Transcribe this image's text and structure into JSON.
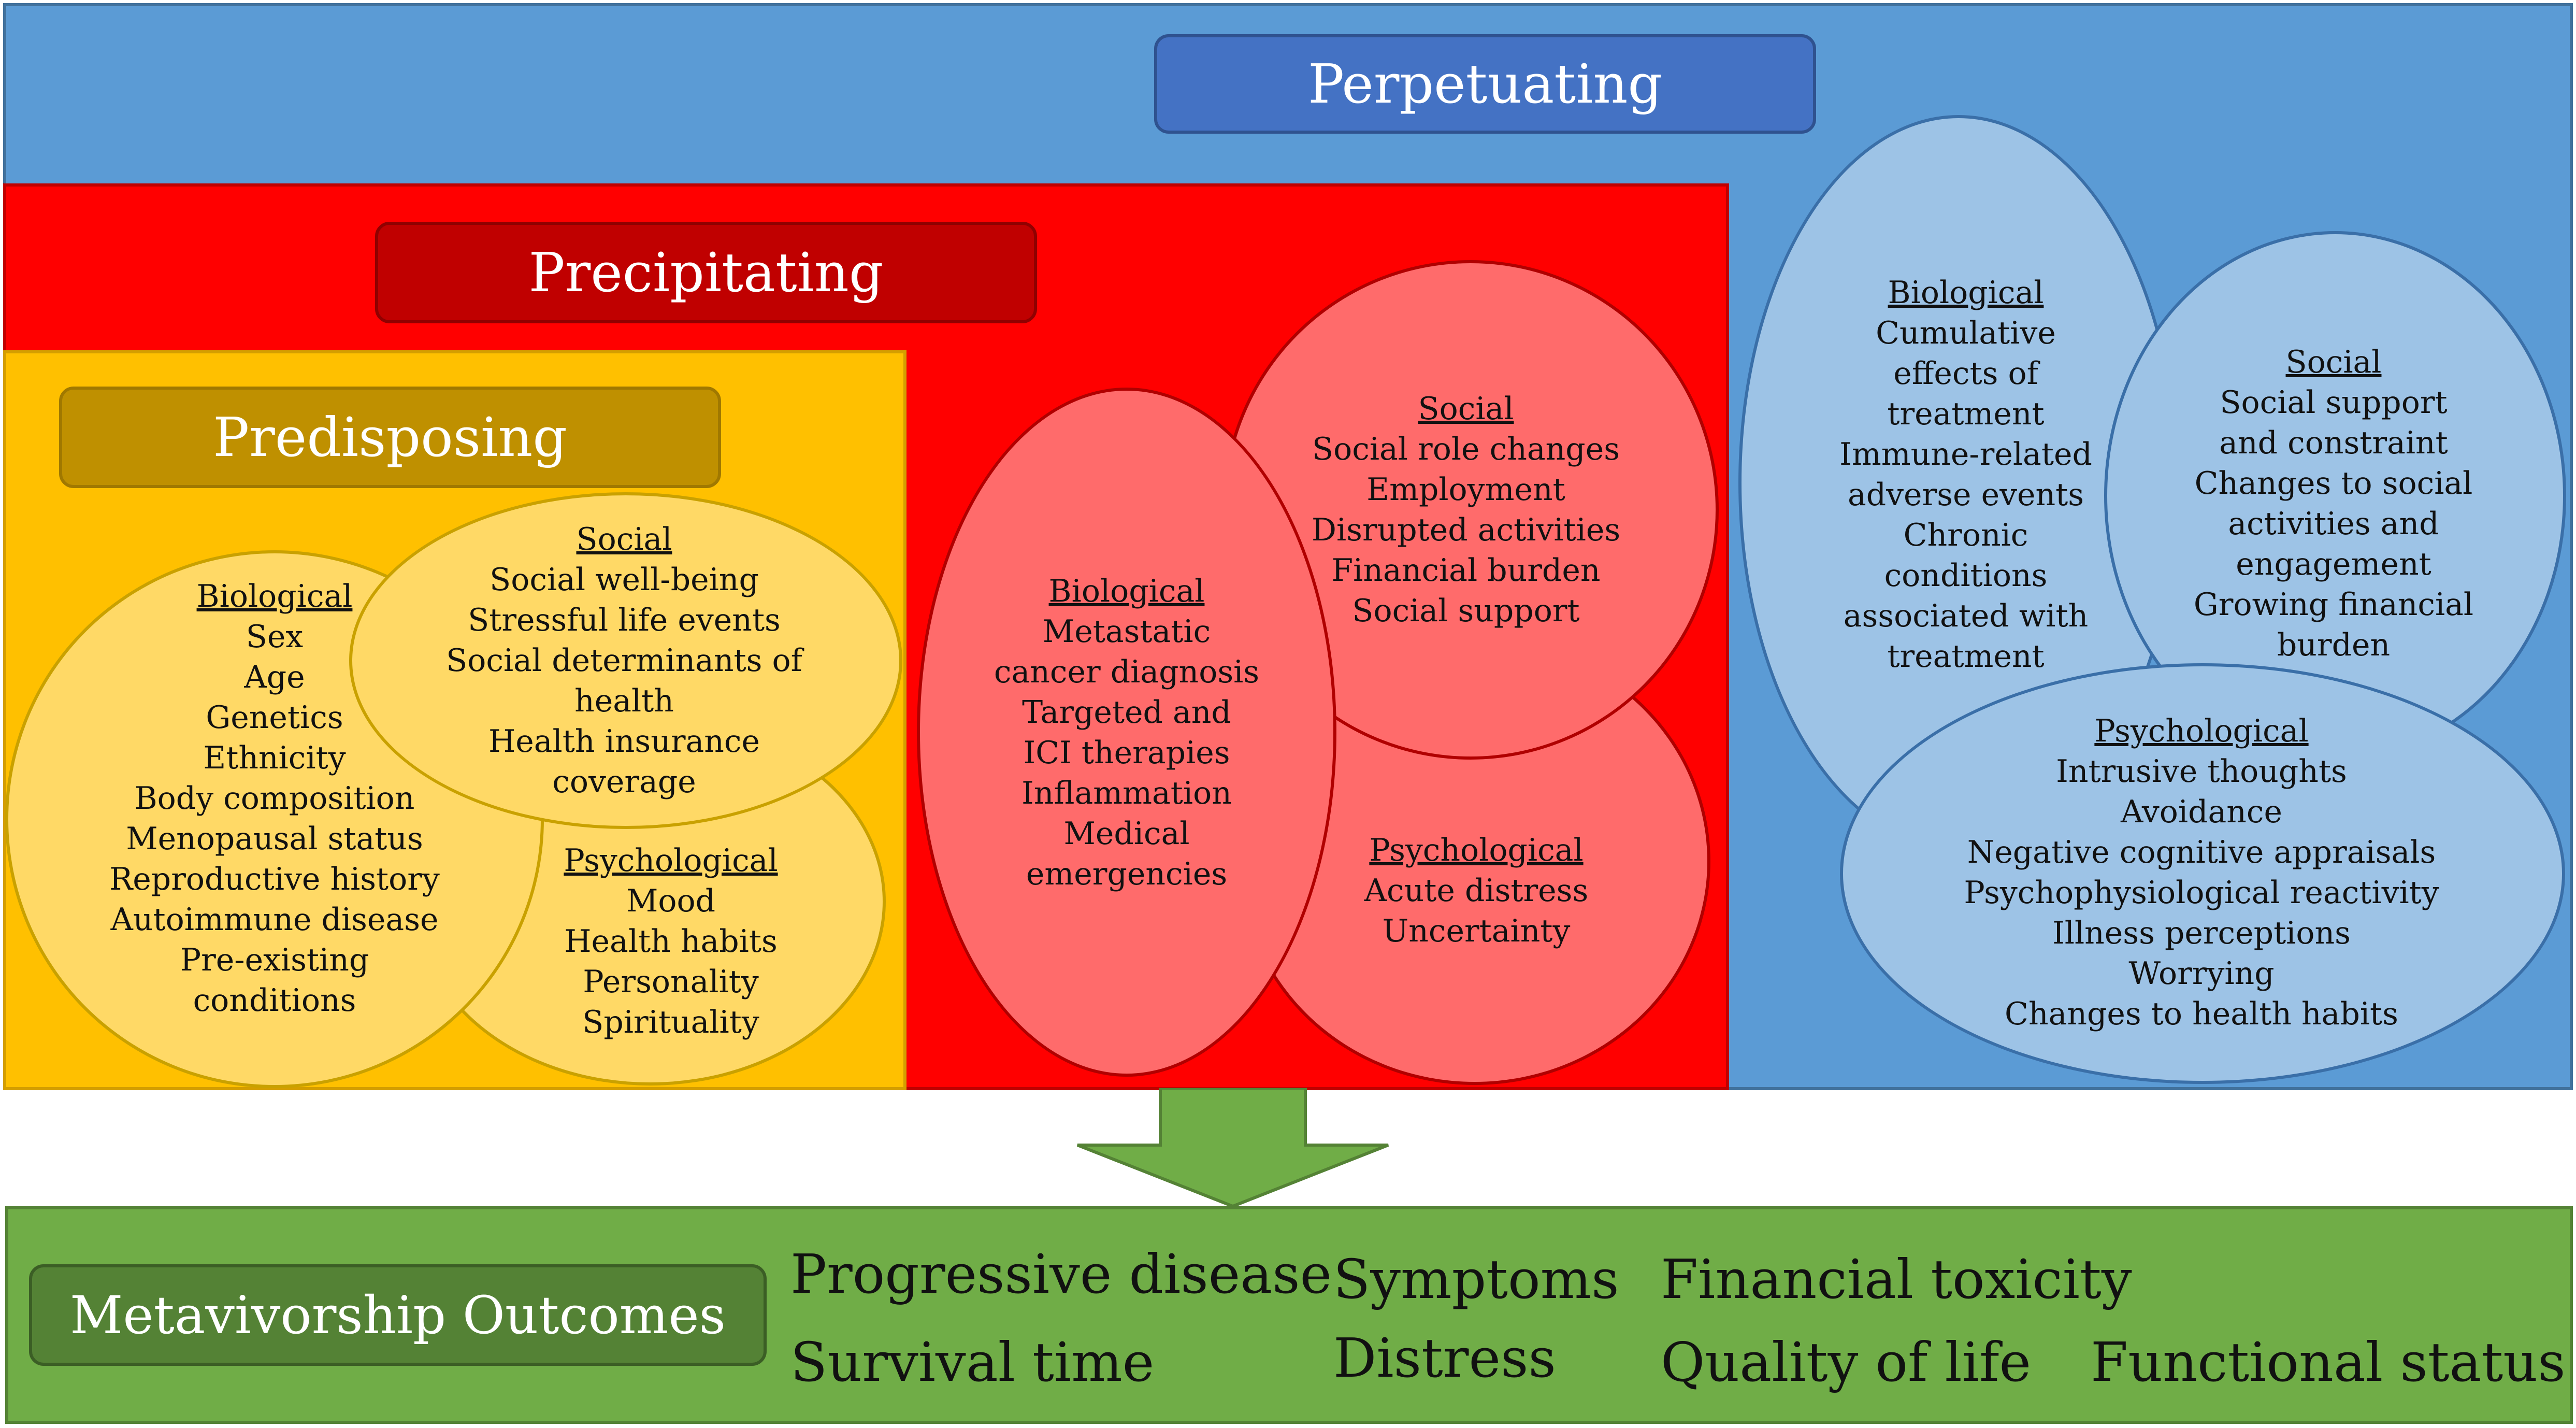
{
  "layers": {
    "perpetuating": {
      "title": "Perpetuating",
      "color": "#5b9bd5"
    },
    "precipitating": {
      "title": "Precipitating",
      "color": "#ff0000"
    },
    "predisposing": {
      "title": "Predisposing",
      "color": "#ffc000"
    }
  },
  "predisposing": {
    "biological": {
      "heading": "Biological",
      "items": [
        "Sex",
        "Age",
        "Genetics",
        "Ethnicity",
        "Body composition",
        "Menopausal status",
        "Reproductive history",
        "Autoimmune disease",
        "Pre-existing",
        "conditions"
      ]
    },
    "social": {
      "heading": "Social",
      "items": [
        "Social well-being",
        "Stressful life events",
        "Social determinants of",
        "health",
        "Health insurance",
        "coverage"
      ]
    },
    "psychological": {
      "heading": "Psychological",
      "items": [
        "Mood",
        "Health habits",
        "Personality",
        "Spirituality"
      ]
    }
  },
  "precipitating": {
    "biological": {
      "heading": "Biological",
      "items": [
        "Metastatic",
        "cancer diagnosis",
        "Targeted and",
        "ICI therapies",
        "Inflammation",
        "Medical",
        "emergencies"
      ]
    },
    "social": {
      "heading": "Social",
      "items": [
        "Social role changes",
        "Employment",
        "Disrupted activities",
        "Financial burden",
        "Social support"
      ]
    },
    "psychological": {
      "heading": "Psychological",
      "items": [
        "Acute distress",
        "Uncertainty"
      ]
    }
  },
  "perpetuating": {
    "biological": {
      "heading": "Biological",
      "items": [
        "Cumulative",
        "effects of",
        "treatment",
        "Immune-related",
        "adverse events",
        "Chronic",
        "conditions",
        "associated with",
        "treatment"
      ]
    },
    "social": {
      "heading": "Social",
      "items": [
        "Social support",
        "and constraint",
        "Changes to social",
        "activities and",
        "engagement",
        "Growing financial",
        "burden"
      ]
    },
    "psychological": {
      "heading": "Psychological",
      "items": [
        "Intrusive thoughts",
        "Avoidance",
        "Negative cognitive appraisals",
        "Psychophysiological reactivity",
        "Illness perceptions",
        "Worrying",
        "Changes to health habits"
      ]
    }
  },
  "outcomes": {
    "title": "Metavivorship Outcomes",
    "items": [
      "Progressive disease",
      "Survival time",
      "Symptoms",
      "Distress",
      "Financial toxicity",
      "Quality of life",
      "Functional status"
    ]
  }
}
